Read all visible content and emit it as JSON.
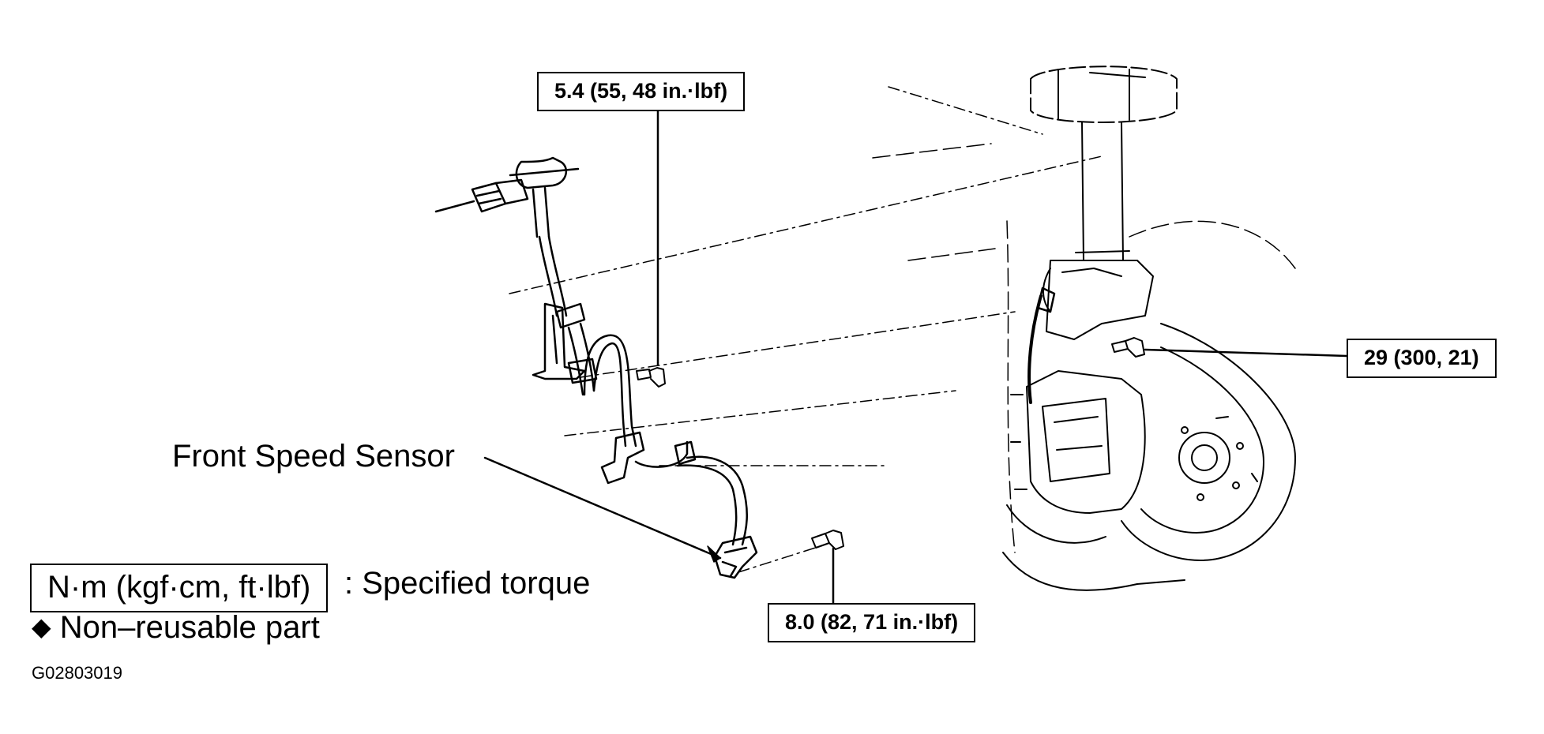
{
  "diagram": {
    "torque_labels": {
      "sensor_clamp": "5.4 (55, 48 in.·lbf)",
      "caliper_bracket": "29 (300, 21)",
      "sensor_bolt": "8.0 (82, 71 in.·lbf)"
    },
    "part_label": "Front Speed Sensor",
    "legend": {
      "torque_unit": "N·m (kgf·cm, ft·lbf)",
      "torque_caption": ": Specified torque",
      "non_reusable_symbol": "◆",
      "non_reusable_text": "Non–reusable part"
    },
    "figure_code": "G02803019",
    "colors": {
      "ink": "#000000",
      "background": "#ffffff"
    }
  }
}
